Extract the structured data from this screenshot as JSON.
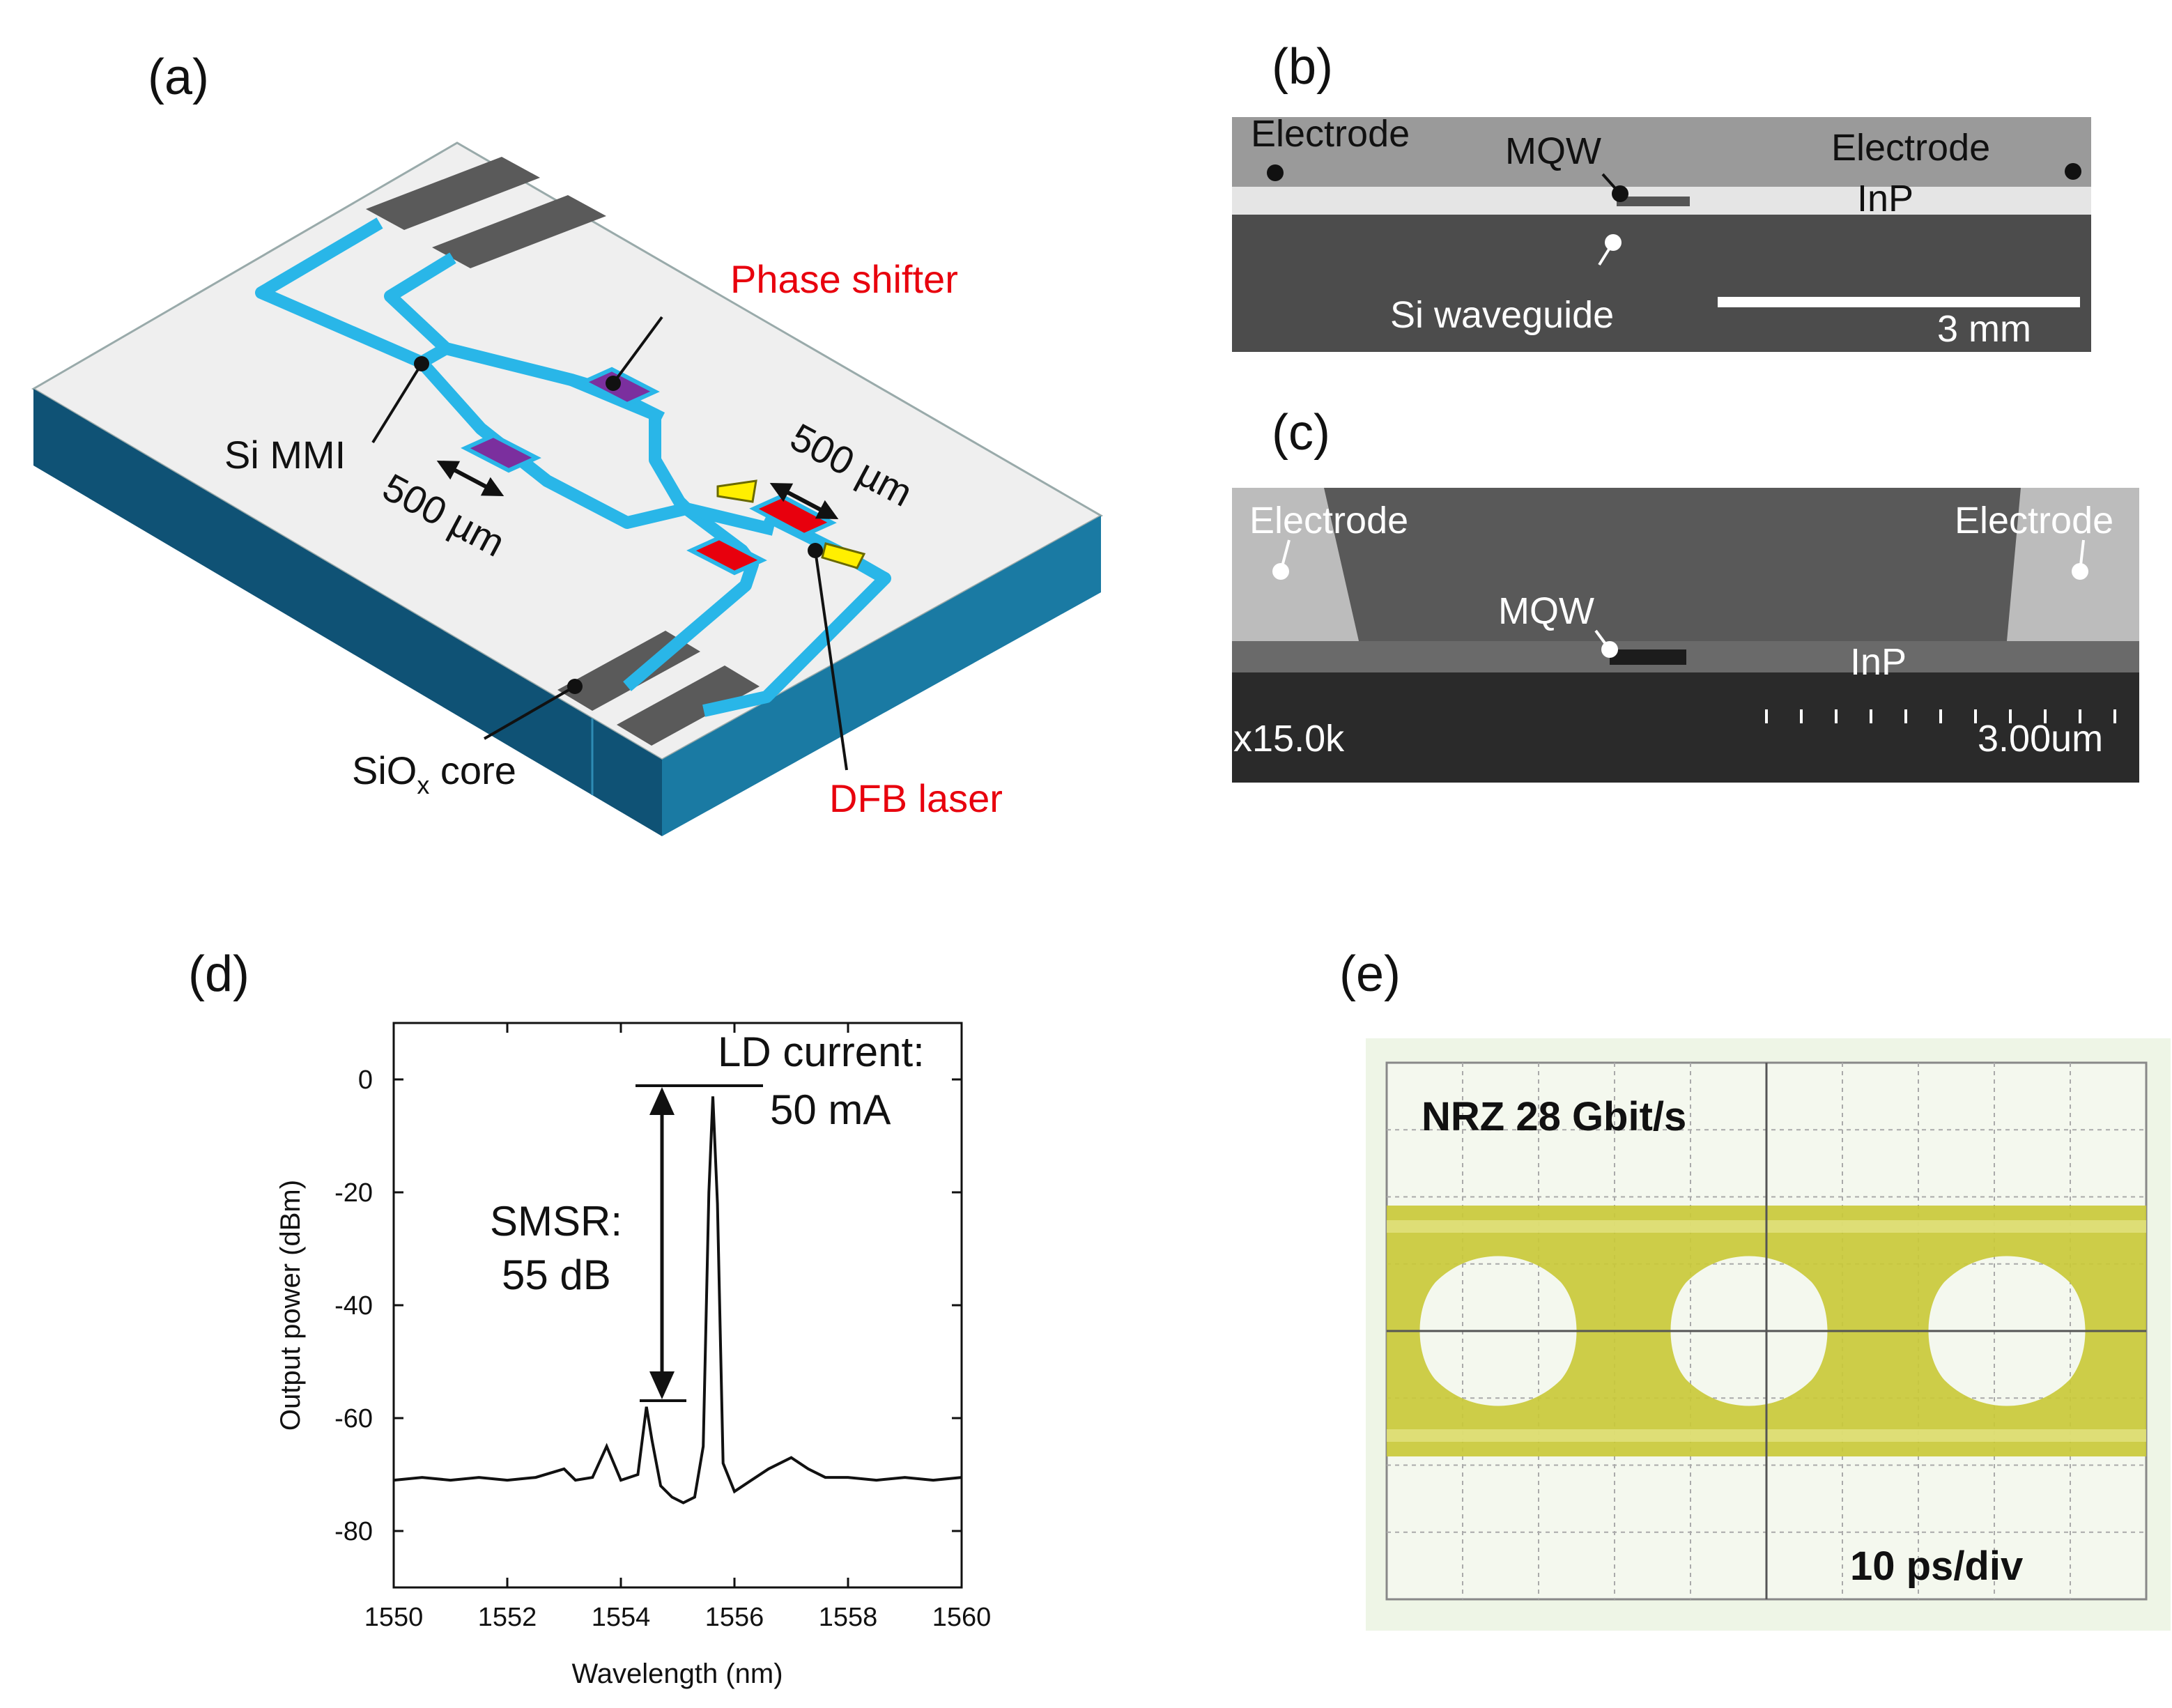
{
  "panels": {
    "a": {
      "label": "(a)",
      "phase_shifter": "Phase shifter",
      "si_mmi": "Si MMI",
      "dim1": "500 µm",
      "dim2": "500 µm",
      "siox_core_base": "SiO",
      "siox_core_sub": "x",
      "siox_core_rest": " core",
      "dfb_laser": "DFB laser"
    },
    "b": {
      "label": "(b)",
      "electrode_left": "Electrode",
      "electrode_right": "Electrode",
      "mqw": "MQW",
      "inp": "InP",
      "si_waveguide": "Si waveguide",
      "scale": "3 mm"
    },
    "c": {
      "label": "(c)",
      "electrode_left": "Electrode",
      "electrode_right": "Electrode",
      "mqw": "MQW",
      "inp": "InP",
      "magnification": "x15.0k",
      "scale": "3.00um"
    },
    "d": {
      "label": "(d)",
      "ld_current_line1": "LD current:",
      "ld_current_line2": "50 mA",
      "smsr_line1": "SMSR:",
      "smsr_line2": "55 dB"
    },
    "e": {
      "label": "(e)",
      "format": "NRZ 28 Gbit/s",
      "timebase": "10 ps/div"
    }
  },
  "colors": {
    "waveguide": "#29b6e8",
    "laser": "#e8000d",
    "phase_shifter": "#7b2f9e",
    "pad": "#5a5a5a",
    "substrate": "#1a6d93",
    "eye": "#c9c93a",
    "red_text": "#e8000d"
  },
  "chart_data": {
    "type": "line",
    "title": "",
    "xlabel": "Wavelength (nm)",
    "ylabel": "Output power (dBm)",
    "xlim": [
      1550,
      1560
    ],
    "ylim": [
      -90,
      10
    ],
    "xticks": [
      1550,
      1552,
      1554,
      1556,
      1558,
      1560
    ],
    "yticks": [
      0,
      -20,
      -40,
      -60,
      -80
    ],
    "series": [
      {
        "x": [
          1550.0,
          1550.5,
          1551.0,
          1551.5,
          1552.0,
          1552.5,
          1553.0,
          1553.2,
          1553.5,
          1553.75,
          1554.0,
          1554.3,
          1554.45,
          1554.55,
          1554.7,
          1554.9,
          1555.1,
          1555.3,
          1555.45,
          1555.55,
          1555.62,
          1555.7,
          1555.8,
          1556.0,
          1556.3,
          1556.6,
          1557.0,
          1557.3,
          1557.6,
          1558.0,
          1558.5,
          1559.0,
          1559.5,
          1560.0
        ],
        "y": [
          -71,
          -70.5,
          -71,
          -70.5,
          -71,
          -70.5,
          -69,
          -71,
          -70.5,
          -65,
          -71,
          -70,
          -58,
          -64,
          -72,
          -74,
          -75,
          -74,
          -65,
          -20,
          -3,
          -22,
          -68,
          -73,
          -71,
          -69,
          -67,
          -69,
          -70.5,
          -70.5,
          -71,
          -70.5,
          -71,
          -70.5
        ]
      }
    ],
    "annotations": [
      "LD current:",
      "50 mA",
      "SMSR:",
      "55 dB"
    ]
  }
}
